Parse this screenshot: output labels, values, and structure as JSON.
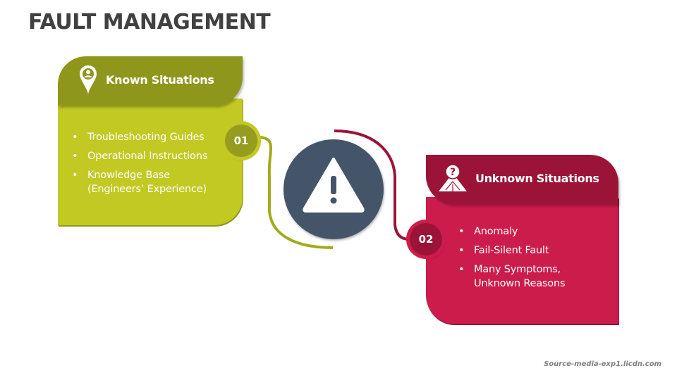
{
  "title": "FAULT MANAGEMENT",
  "colors": {
    "known_header": "#8f961c",
    "known_body": "#c2c922",
    "unknown_header": "#9b1438",
    "unknown_body": "#cc1c4b",
    "center_circle": "#44556a",
    "title_text": "#404040"
  },
  "center": {
    "icon": "warning-triangle-icon"
  },
  "known": {
    "heading": "Known Situations",
    "icon": "location-pin-person-icon",
    "badge": "01",
    "items": [
      "Troubleshooting Guides",
      "Operational Instructions",
      "Knowledge Base (Engineers’ Experience)"
    ],
    "item3_line1": "Knowledge Base",
    "item3_line2": "(Engineers’ Experience)"
  },
  "unknown": {
    "heading": "Unknown Situations",
    "icon": "person-question-icon",
    "badge": "02",
    "items": [
      "Anomaly",
      "Fail-Silent Fault",
      "Many Symptoms, Unknown Reasons"
    ],
    "item3_line1": "Many Symptoms,",
    "item3_line2": "Unknown Reasons"
  },
  "bullet": "•",
  "source": "Source-media-exp1.licdn.com"
}
